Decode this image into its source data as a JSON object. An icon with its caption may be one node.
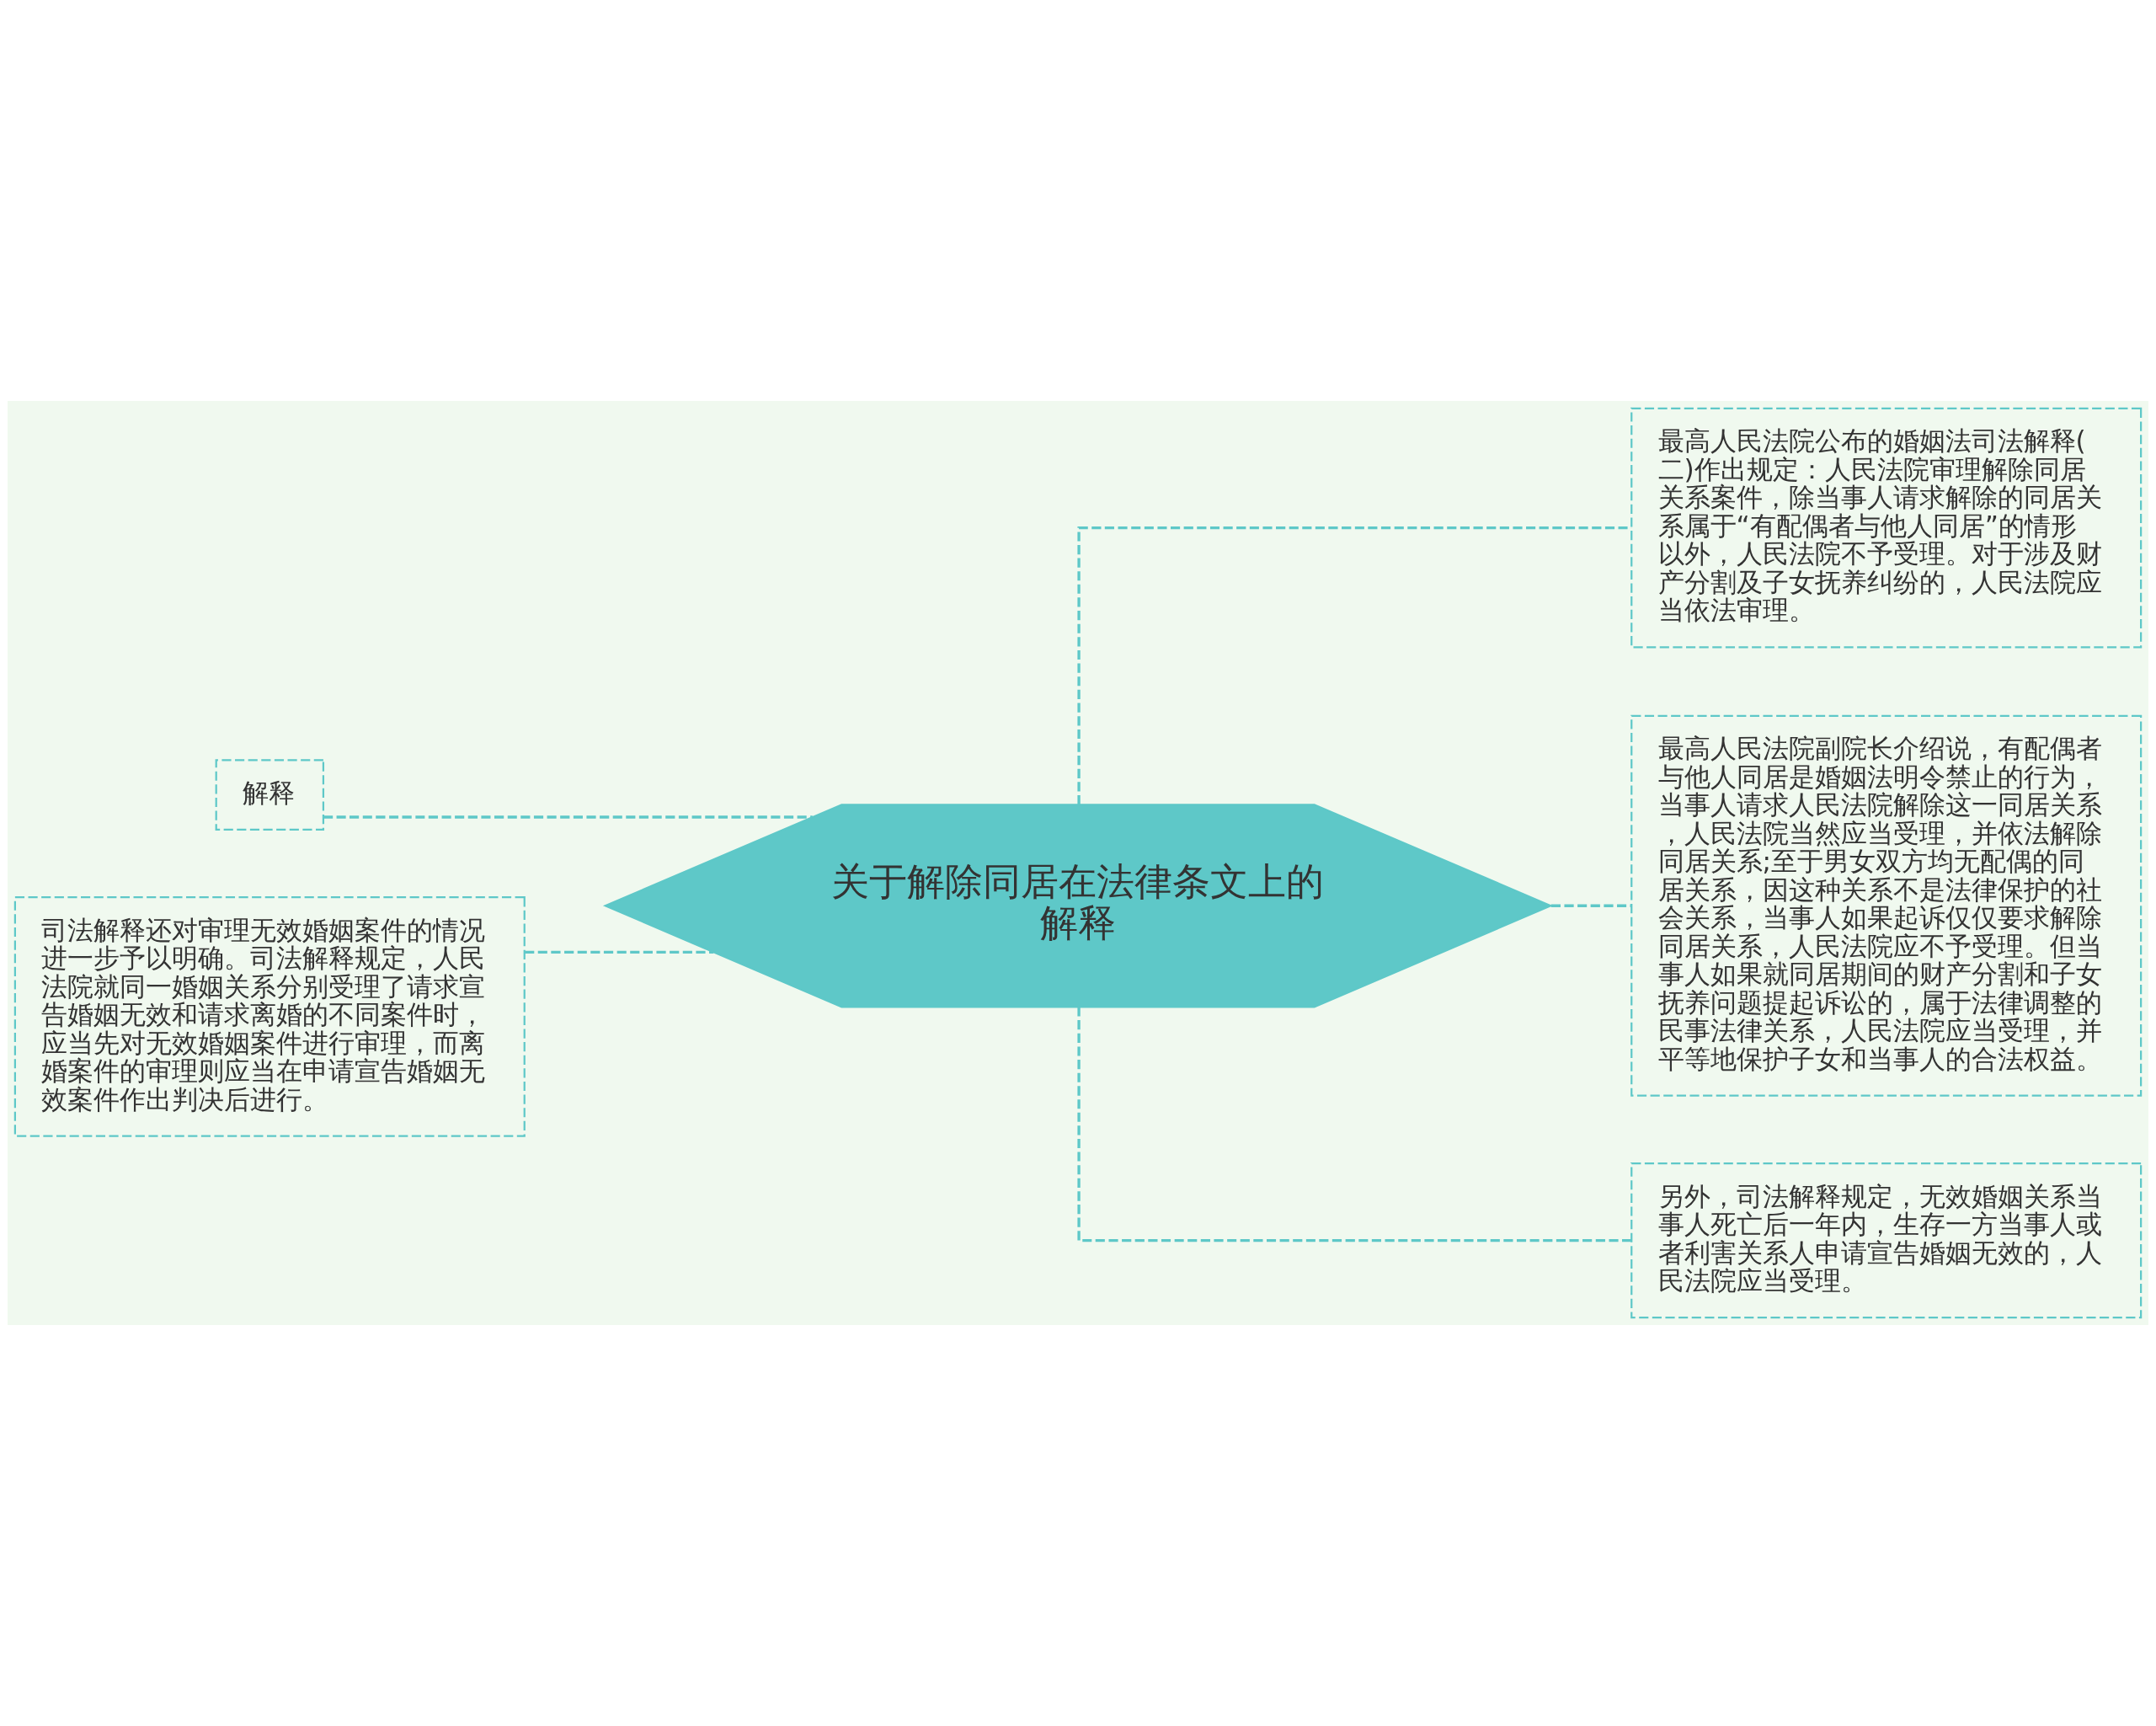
{
  "diagram": {
    "nodes": [
      {
        "text": [
          "关于解除同居在法律条文上的解释"
        ]
      },
      {
        "text": [
          "解释"
        ]
      },
      {
        "text": [
          "司法解释还对审理无效婚姻案件的情况进一步予以明确。司法解释规定，人民法院就同一婚姻关系分别受理了请求宣告婚姻无效和请求离婚的不同案件时，应当先对无效婚姻案件进行审理，而离婚案件的审理则应当在申请宣告婚姻无效案件作出判决后进行。"
        ]
      },
      {
        "text": [
          "最高人民法院公布的婚姻法司法解释(二)作出规定：人民法院审理解除同居关系案件，除当事人请求解除的同居关系属于“有配偶者与他人同居”的情形以外，人民法院不予受理。对于涉及财产分割及子女抚养纠纷的，人民法院应当依法审理。"
        ]
      },
      {
        "text": [
          "最高人民法院副院长介绍说，有配偶者与他人同居是婚姻法明令禁止的行为，当事人请求人民法院解除这一同居关系，人民法院当然应当受理，并依法解除同居关系;至于男女双方均无配偶的同居关系，因这种关系不是法律保护的社会关系，当事人如果起诉仅仅要求解除同居关系，人民法院应不予受理。但当事人如果就同居期间的财产分割和子女抚养问题提起诉讼的，属于法律调整的民事法律关系，人民法院应当受理，并平等地保护子女和当事人的合法权益。"
        ]
      },
      {
        "text": [
          "另外，司法解释规定，无效婚姻关系当事人死亡后一年内，生存一方当事人或者利害关系人申请宣告婚姻无效的，人民法院应当受理。"
        ]
      }
    ],
    "edges": [
      {
        "from": 0,
        "to": 1,
        "arrow": "none",
        "style": "dashed"
      },
      {
        "from": 0,
        "to": 2,
        "arrow": "none",
        "style": "dashed"
      },
      {
        "from": 0,
        "to": 3,
        "arrow": "none",
        "style": "dashed"
      },
      {
        "from": 0,
        "to": 4,
        "arrow": "none",
        "style": "dashed"
      },
      {
        "from": 0,
        "to": 5,
        "arrow": "none",
        "style": "dashed"
      }
    ]
  }
}
